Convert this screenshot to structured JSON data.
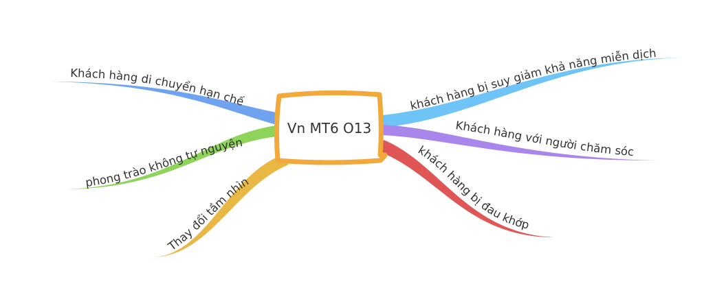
{
  "center": {
    "label": "Vn MT6 O13",
    "color": "#F2A93B"
  },
  "branches": [
    {
      "label": "Khách hàng di chuyển hạn chế",
      "color": "#6FA3F0"
    },
    {
      "label": "phong trào không tự nguyện",
      "color": "#8ED45A"
    },
    {
      "label": "Thay đổi tầm nhìn",
      "color": "#E9B844"
    },
    {
      "label": "khách hàng bị suy giảm khả năng miễn dịch",
      "color": "#6EC4F7"
    },
    {
      "label": "Khách hàng với người chăm sóc",
      "color": "#A986EC"
    },
    {
      "label": "khách hàng bị đau khớp",
      "color": "#E05555"
    }
  ]
}
